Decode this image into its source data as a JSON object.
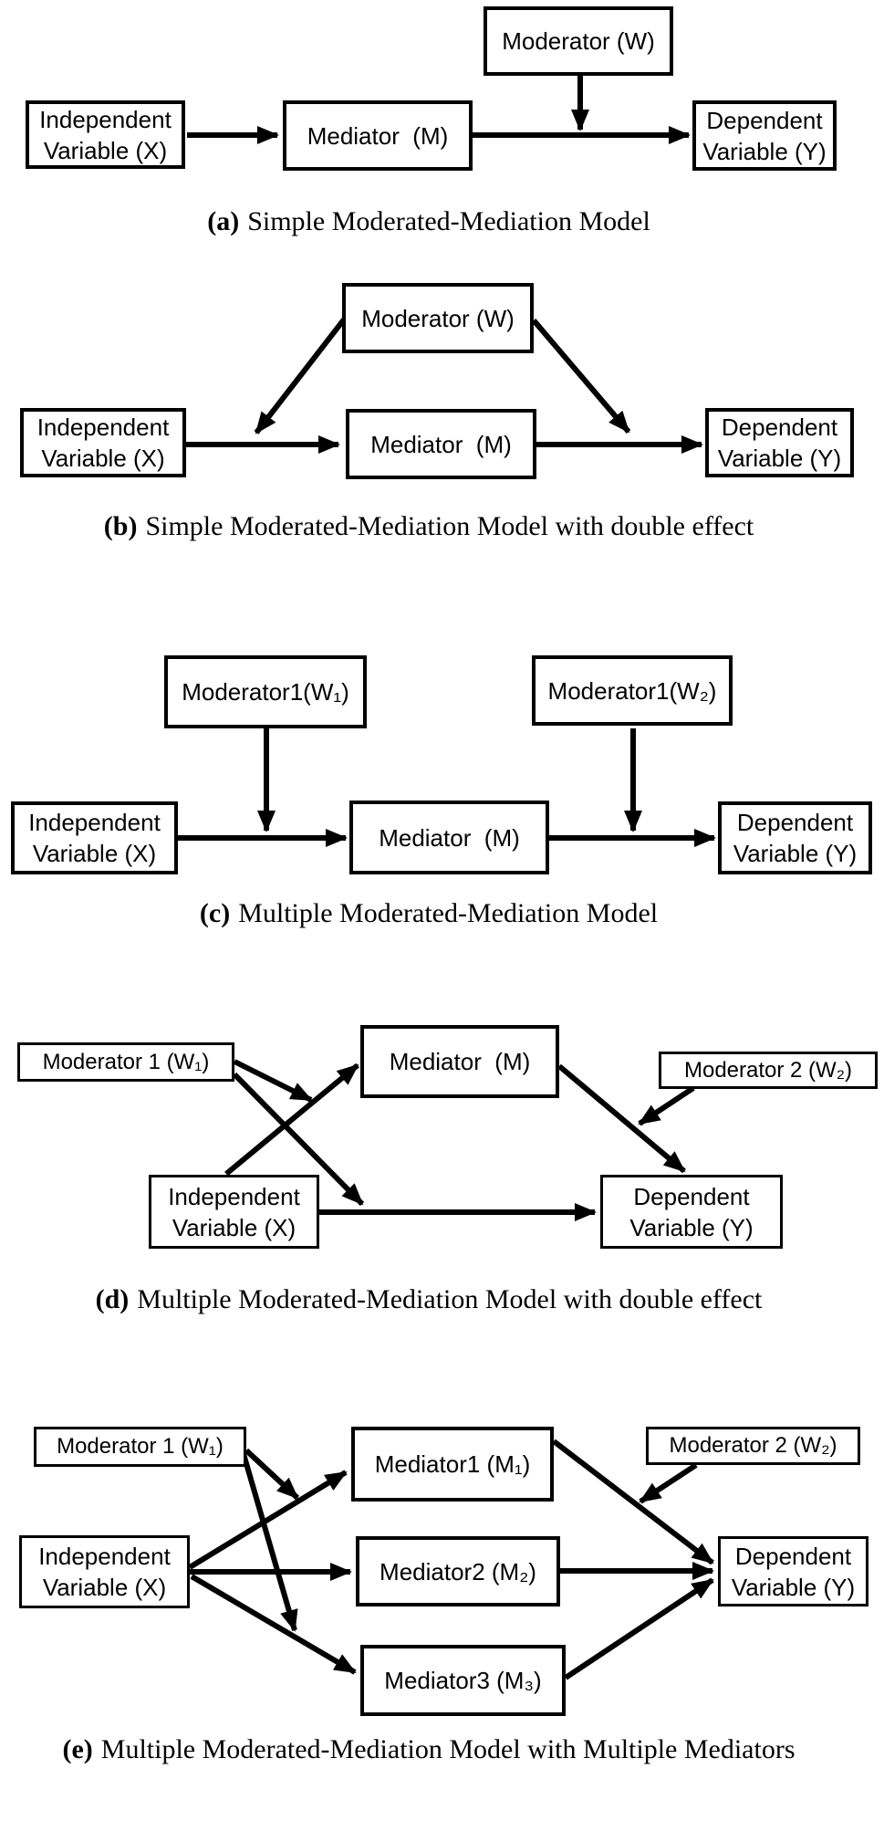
{
  "colors": {
    "ink": "#000000",
    "paper": "#ffffff"
  },
  "a": {
    "caption": {
      "label": "(a)",
      "text": "Simple Moderated-Mediation Model"
    },
    "boxes": {
      "w": "Moderator (W)",
      "x": "Independent\nVariable (X)",
      "m": "Mediator  (M)",
      "y": "Dependent\nVariable (Y)"
    }
  },
  "b": {
    "caption": {
      "label": "(b)",
      "text": "Simple Moderated-Mediation Model with double effect"
    },
    "boxes": {
      "w": "Moderator (W)",
      "x": "Independent\nVariable (X)",
      "m": "Mediator  (M)",
      "y": "Dependent\nVariable (Y)"
    }
  },
  "c": {
    "caption": {
      "label": "(c)",
      "text": "Multiple Moderated-Mediation Model"
    },
    "boxes": {
      "w1": "Moderator1(W₁)",
      "w2": "Moderator1(W₂)",
      "x": "Independent\nVariable (X)",
      "m": "Mediator  (M)",
      "y": "Dependent\nVariable (Y)"
    }
  },
  "d": {
    "caption": {
      "label": "(d)",
      "text": "Multiple Moderated-Mediation Model with double effect"
    },
    "boxes": {
      "w1": "Moderator 1 (W₁)",
      "w2": "Moderator 2 (W₂)",
      "x": "Independent\nVariable (X)",
      "m": "Mediator  (M)",
      "y": "Dependent\nVariable (Y)"
    }
  },
  "e": {
    "caption": {
      "label": "(e)",
      "text": "Multiple Moderated-Mediation Model with Multiple Mediators"
    },
    "boxes": {
      "w1": "Moderator 1 (W₁)",
      "w2": "Moderator 2 (W₂)",
      "x": "Independent\nVariable (X)",
      "m1": "Mediator1 (M₁)",
      "m2": "Mediator2 (M₂)",
      "m3": "Mediator3 (M₃)",
      "y": "Dependent\nVariable (Y)"
    }
  }
}
